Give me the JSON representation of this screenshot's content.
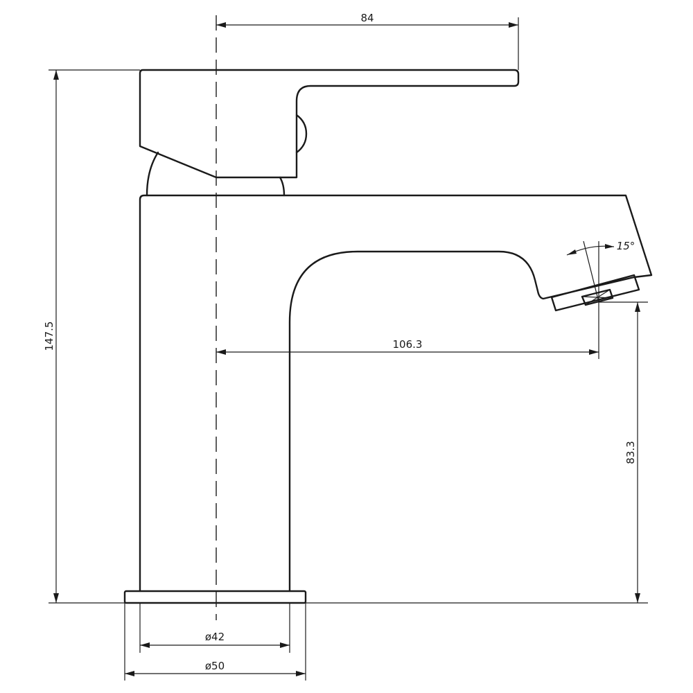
{
  "drawing": {
    "subject": "basin mixer tap side elevation",
    "dimensions": {
      "handle_reach": "84",
      "overall_height": "147.5",
      "spout_reach": "106.3",
      "spout_height": "83.3",
      "body_diameter": "ø42",
      "base_diameter": "ø50",
      "aerator_angle": "15°"
    }
  }
}
